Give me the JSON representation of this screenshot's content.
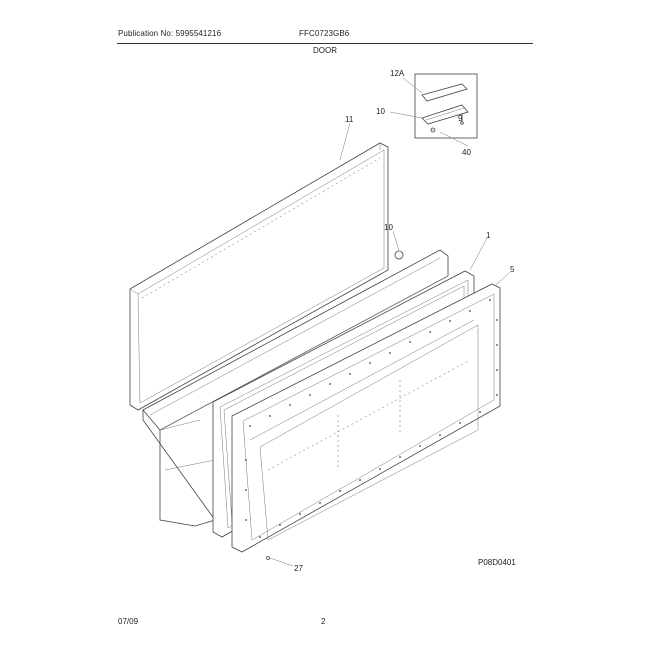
{
  "header": {
    "publication": "Publication No: 5995541216",
    "model": "FFC0723GB6",
    "section": "DOOR"
  },
  "footer": {
    "date": "07/09",
    "page": "2"
  },
  "diagram": {
    "callouts": [
      "12A",
      "10",
      "9",
      "40",
      "11",
      "10",
      "1",
      "5",
      "27"
    ],
    "figure_id": "P08D0401"
  }
}
